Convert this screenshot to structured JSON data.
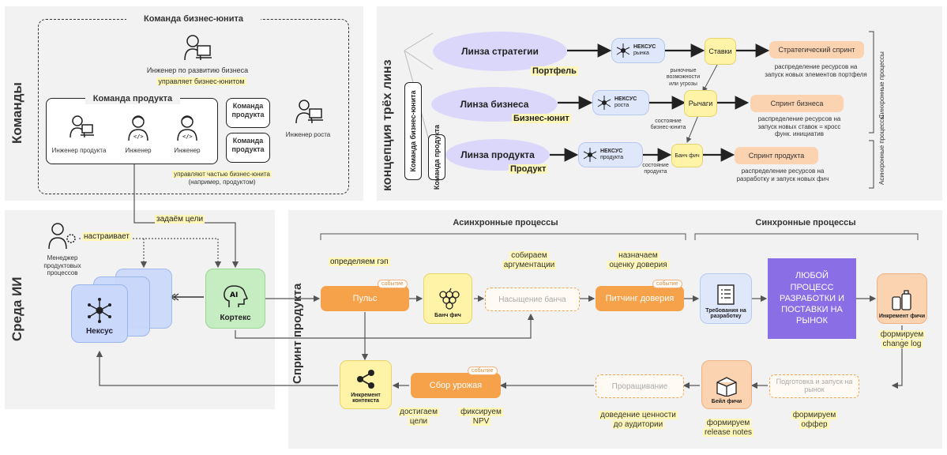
{
  "teams": {
    "title": "Команды",
    "bu_team_title": "Команда бизнес-юнита",
    "bu_engineer": "Инженер по развитию бизнеса",
    "bu_manages": "управляет бизнес-юнитом",
    "product_team_title": "Команда продукта",
    "product_engineer": "Инженер продукта",
    "engineer_1": "Инженер",
    "engineer_2": "Инженер",
    "product_team_2": "Команда продукта",
    "product_team_3": "Команда продукта",
    "growth_engineer": "Инженер роста",
    "manage_part_1": "управляют частью бизнес-юнита",
    "manage_part_2": "(например, продуктом)"
  },
  "lenses": {
    "title": "концепция трёх линз",
    "pill_bu": "Команда бизнес-юнита",
    "pill_product": "Команда продукта",
    "strategy_lens": "Линза стратегии",
    "portfolio": "Портфель",
    "business_lens": "Линза бизнеса",
    "business_unit": "Бизнес-юнит",
    "product_lens": "Линза продукта",
    "product": "Продукт",
    "nexus_market_1": "НЕКСУС",
    "nexus_market_2": "рынка",
    "nexus_growth_1": "НЕКСУС",
    "nexus_growth_2": "роста",
    "nexus_product_1": "НЕКСУС",
    "nexus_product_2": "продукта",
    "bets": "Ставки",
    "levers": "Рычаги",
    "bunch": "Банч фич",
    "market_note": "рыночные возможности или угрозы",
    "bu_state": "состояние бизнес-юнита",
    "product_state": "состояние продукта",
    "strategic_sprint": "Стратегический спринт",
    "strategic_desc": "распределение ресурсов на запуск новых элементов портфеля",
    "business_sprint": "Спринт бизнеса",
    "business_desc": "распределение ресурсов на запуск новых ставок = кросс функ. инициатив",
    "product_sprint": "Спринт продукта",
    "product_desc": "распределение ресурсов на разработку и запуск новых фич",
    "sync_label": "Синхронные процессы",
    "async_label": "Асинхронные процессы"
  },
  "ai": {
    "title": "Среда ИИ",
    "manager": "Менеджер продуктовых процессов",
    "configures": "настраивает",
    "set_goals": "задаём цели",
    "nexus": "Нексус",
    "cortex": "Кортекс",
    "cortex_icon_text": "AI"
  },
  "sprint": {
    "title": "Спринт продукта",
    "async": "Асинхронные процессы",
    "sync": "Синхронные процессы",
    "define_gap": "определяем гэп",
    "collect_args_1": "собираем",
    "collect_args_2": "аргументации",
    "assign_trust_1": "назначаем",
    "assign_trust_2": "оценку доверия",
    "event": "событие",
    "pulse": "Пульс",
    "bunch_features": "Банч фич",
    "bunch_saturation": "Насыщение банча",
    "trust_pitching": "Питчинг доверия",
    "requirements": "Требования на разработку",
    "any_process": "ЛЮБОЙ ПРОЦЕСС РАЗРАБОТКИ И ПОСТАВКИ НА РЫНОК",
    "feature_increment": "Инкремент фичи",
    "form_changelog_1": "формируем",
    "form_changelog_2": "change log",
    "prepare_launch": "Подготовка и запуск на рынок",
    "feature_file": "Бейл фичи",
    "growing": "Проращивание",
    "harvest": "Сбор урожая",
    "context_increment": "Инкремент контекста",
    "reach_goals_1": "достигаем",
    "reach_goals_2": "цели",
    "fix_npv_1": "фиксируем",
    "fix_npv_2": "NPV",
    "deliver_value_1": "доведение ценности",
    "deliver_value_2": "до аудитории",
    "release_notes_1": "формируем",
    "release_notes_2": "release notes",
    "form_offer_1": "формируем",
    "form_offer_2": "оффер"
  },
  "colors": {
    "panel": "#f2f2f2",
    "orange": "#f6a24a",
    "peach": "#fbd3b0",
    "yellow": "#fff3a8",
    "blue": "#c9d8fb",
    "green": "#c6ecc1",
    "purple": "#8a6ee6",
    "lens": "#dbd7fb"
  }
}
